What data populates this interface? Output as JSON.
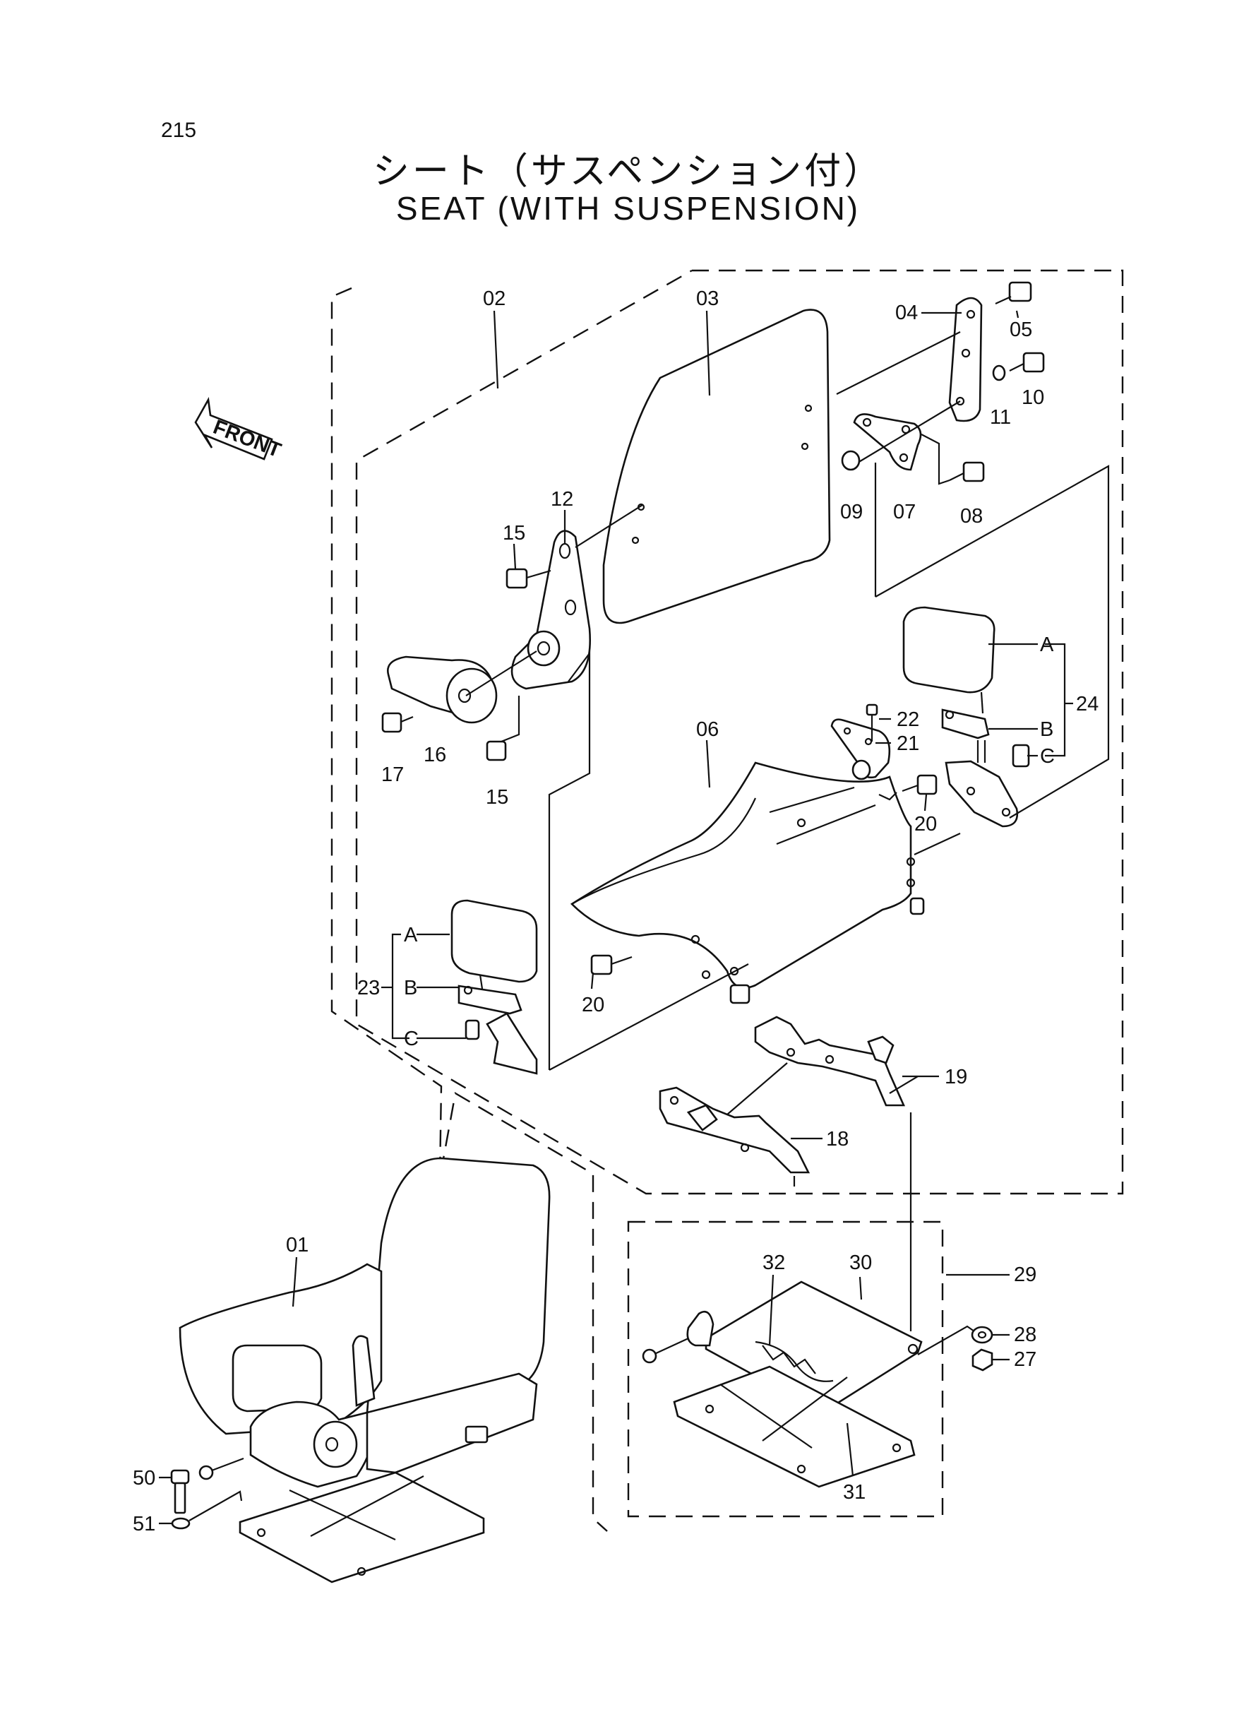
{
  "page_number": "215",
  "title_jp": "シート（サスペンション付）",
  "title_en": "SEAT (WITH SUSPENSION)",
  "front_label": "FRONT",
  "callouts": {
    "c01": "01",
    "c02": "02",
    "c03": "03",
    "c04": "04",
    "c05": "05",
    "c06": "06",
    "c07": "07",
    "c08": "08",
    "c09": "09",
    "c10": "10",
    "c11": "11",
    "c12": "12",
    "c15a": "15",
    "c15b": "15",
    "c16": "16",
    "c17": "17",
    "c18": "18",
    "c19": "19",
    "c20a": "20",
    "c20b": "20",
    "c21": "21",
    "c22": "22",
    "c23": "23",
    "c24": "24",
    "c27": "27",
    "c28": "28",
    "c29": "29",
    "c30": "30",
    "c31": "31",
    "c32": "32",
    "c50": "50",
    "c51": "51",
    "a23": "A",
    "b23": "B",
    "cc23": "C",
    "a24": "A",
    "b24": "B",
    "cc24": "C"
  }
}
